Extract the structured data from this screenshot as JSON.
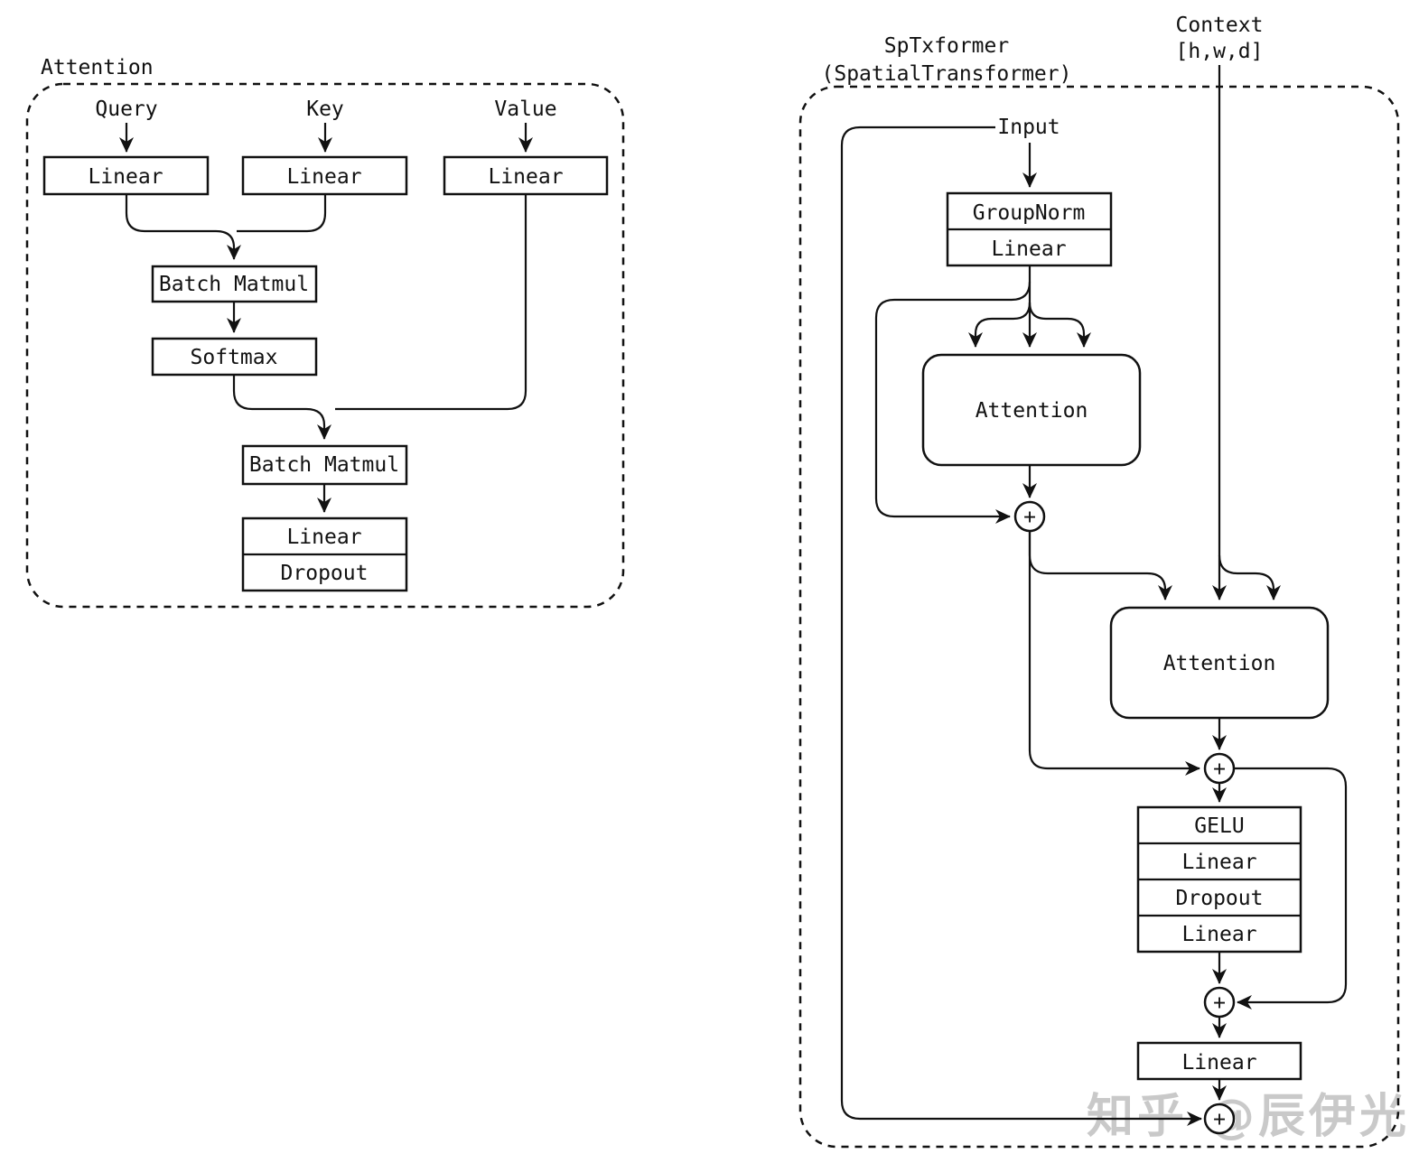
{
  "colors": {
    "ink": "#111111",
    "background": "#ffffff",
    "watermark": "#c9c9c9"
  },
  "plus_symbol": "+",
  "watermark": "知乎 @辰伊光",
  "attention_detail": {
    "title": "Attention",
    "query_label": "Query",
    "key_label": "Key",
    "value_label": "Value",
    "query_linear": "Linear",
    "key_linear": "Linear",
    "value_linear": "Linear",
    "batch_matmul_1": "Batch Matmul",
    "softmax": "Softmax",
    "batch_matmul_2": "Batch Matmul",
    "output_stack": [
      "Linear",
      "Dropout"
    ]
  },
  "sptxformer": {
    "title_line_1": "SpTxformer",
    "title_line_2": "(SpatialTransformer)",
    "context_line_1": "Context",
    "context_line_2": "[h,w,d]",
    "input_label": "Input",
    "norm_stack": [
      "GroupNorm",
      "Linear"
    ],
    "self_attention": "Attention",
    "cross_attention": "Attention",
    "mlp_stack": [
      "GELU",
      "Linear",
      "Dropout",
      "Linear"
    ],
    "output_linear": "Linear"
  }
}
